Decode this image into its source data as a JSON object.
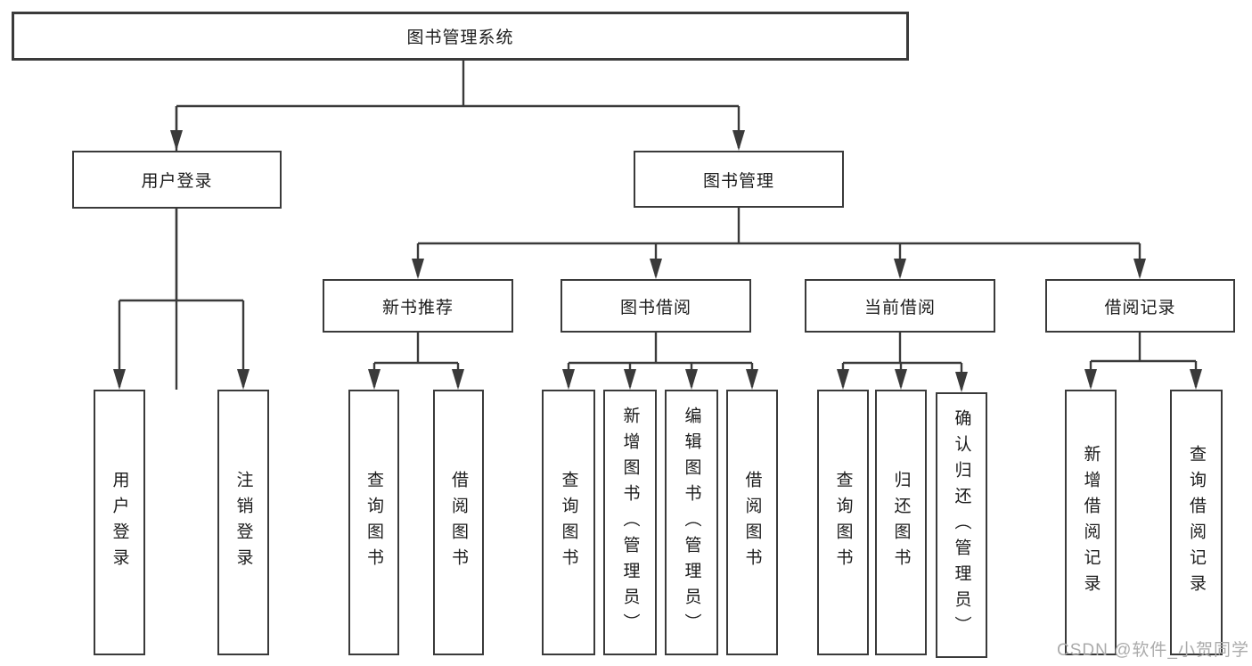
{
  "tree": {
    "label": "图书管理系统",
    "children": [
      {
        "label": "用户登录",
        "children": [
          {
            "label": "用户登录"
          },
          {
            "label": "注销登录"
          }
        ]
      },
      {
        "label": "图书管理",
        "children": [
          {
            "label": "新书推荐",
            "children": [
              {
                "label": "查询图书"
              },
              {
                "label": "借阅图书"
              }
            ]
          },
          {
            "label": "图书借阅",
            "children": [
              {
                "label": "查询图书"
              },
              {
                "label": "新增图书（管理员）"
              },
              {
                "label": "编辑图书（管理员）"
              },
              {
                "label": "借阅图书"
              }
            ]
          },
          {
            "label": "当前借阅",
            "children": [
              {
                "label": "查询图书"
              },
              {
                "label": "归还图书"
              },
              {
                "label": "确认归还（管理员）"
              }
            ]
          },
          {
            "label": "借阅记录",
            "children": [
              {
                "label": "新增借阅记录"
              },
              {
                "label": "查询借阅记录"
              }
            ]
          }
        ]
      }
    ]
  },
  "watermark": "CSDN @软件_小贺同学",
  "colors": {
    "line": "#3a3a3a",
    "text": "#1c1c1c",
    "watermark": "#ababab",
    "background": "#ffffff"
  }
}
